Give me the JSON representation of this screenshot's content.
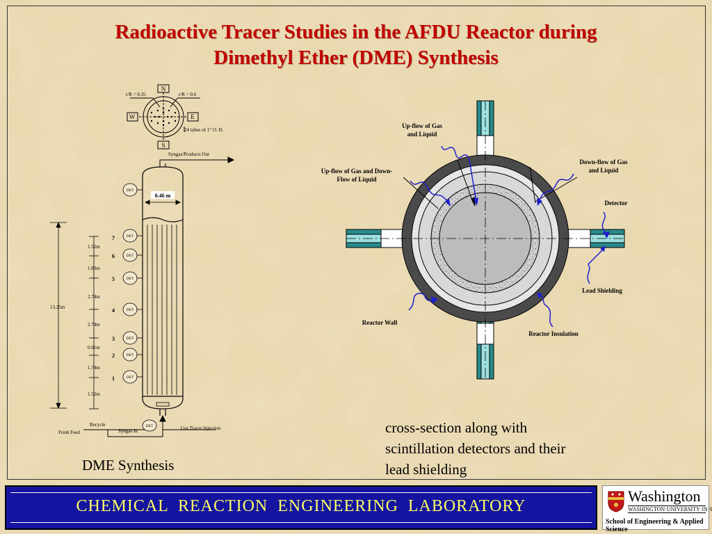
{
  "slide": {
    "title_line1": "Radioactive Tracer Studies in the AFDU Reactor during",
    "title_line2": "Dimethyl Ether (DME) Synthesis"
  },
  "left_diagram": {
    "top_view": {
      "north": "N",
      "south": "S",
      "east": "E",
      "west": "W",
      "r_label_1": "r/R = 0.35",
      "r_label_2": "r/R = 0.6",
      "tubes_label": "24 tubes of 1\" O. D."
    },
    "outlet_label": "Syngas/Products Out",
    "diameter_label": "0.46 m",
    "top_detector": "DET",
    "bottom_detector": "DET",
    "total_height": "13.25m",
    "levels": [
      {
        "number": "7",
        "detector": "DET"
      },
      {
        "number": "6",
        "detector": "DET"
      },
      {
        "number": "5",
        "detector": "DET"
      },
      {
        "number": "4",
        "detector": "DET"
      },
      {
        "number": "3",
        "detector": "DET"
      },
      {
        "number": "2",
        "detector": "DET"
      },
      {
        "number": "1",
        "detector": "DET"
      }
    ],
    "spacings": [
      "1.52m",
      "1.83m",
      "2.74m",
      "2.74m",
      "0.61m",
      "1.74m",
      "1.52m"
    ],
    "recycle_label": "Recycle",
    "fresh_feed_label": "Fresh Feed",
    "syngas_in_label": "Syngas In",
    "tracer_label": "Gas Tracer Injection",
    "caption": "DME Synthesis"
  },
  "right_diagram": {
    "labels": {
      "upflow_gas_liquid_line1": "Up-flow of Gas",
      "upflow_gas_liquid_line2": "and Liquid",
      "upflow_down_line1": "Up-flow of Gas and Down-",
      "upflow_down_line2": "Flow of Liquid",
      "downflow_line1": "Down-flow of Gas",
      "downflow_line2": "and Liquid",
      "detector": "Detector",
      "lead_shielding": "Lead Shielding",
      "reactor_wall": "Reactor Wall",
      "reactor_insulation": "Reactor Insulation"
    },
    "caption_line1": "cross-section along with",
    "caption_line2": "scintillation detectors and their",
    "caption_line3": "lead shielding"
  },
  "footer": {
    "lab_name": "CHEMICAL  REACTION  ENGINEERING  LABORATORY",
    "logo_name": "Washington",
    "logo_sub": "WASHINGTON·UNIVERSITY·IN·ST·LOUIS",
    "logo_school": "School of Engineering & Applied Science"
  }
}
